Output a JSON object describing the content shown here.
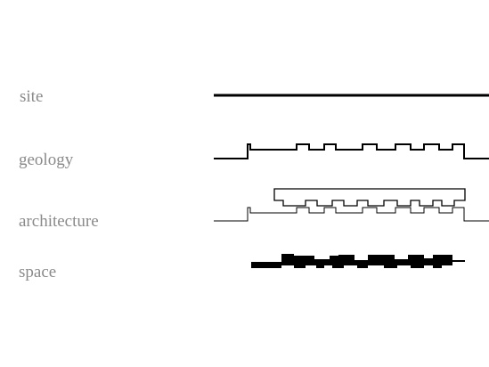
{
  "labels": {
    "site": "site",
    "geology": "geology",
    "architecture": "architecture",
    "space": "space"
  },
  "colors": {
    "label_text": "#8a8a8a",
    "line": "#000000",
    "fill": "#000000",
    "background": "#ffffff"
  }
}
